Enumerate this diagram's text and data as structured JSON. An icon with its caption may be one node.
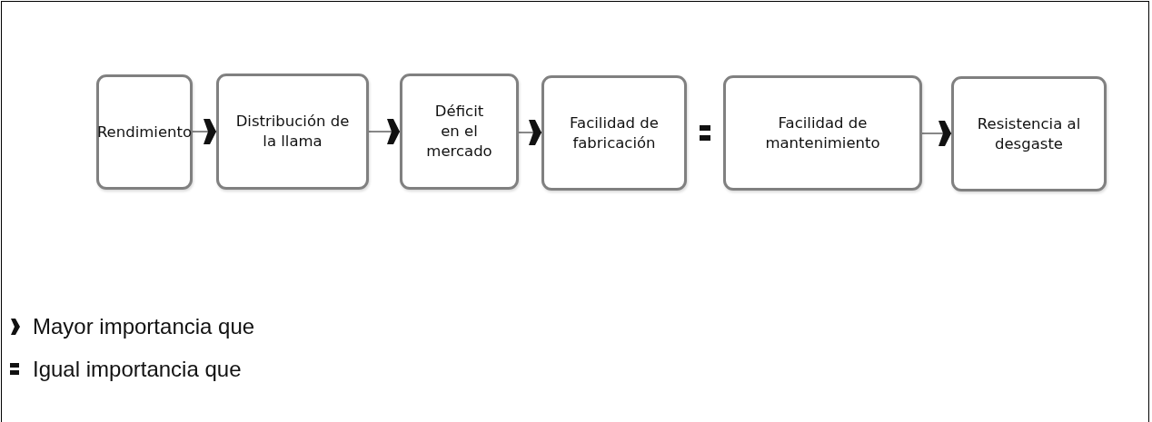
{
  "diagram": {
    "nodes": [
      {
        "text": [
          "Rendimiento"
        ]
      },
      {
        "text": [
          "Distribución de la llama"
        ]
      },
      {
        "text": [
          "Déficit en el mercado"
        ]
      },
      {
        "text": [
          "Facilidad de fabricación"
        ]
      },
      {
        "text": [
          "Facilidad de mantenimiento"
        ]
      },
      {
        "text": [
          "Resistencia al desgaste"
        ]
      }
    ],
    "edges": [
      {
        "from": 0,
        "to": 1,
        "arrow": "to"
      },
      {
        "from": 1,
        "to": 2,
        "arrow": "to"
      },
      {
        "from": 2,
        "to": 3,
        "arrow": "to"
      },
      {
        "from": 3,
        "to": 4,
        "arrow": "none"
      },
      {
        "from": 4,
        "to": 5,
        "arrow": "to"
      }
    ],
    "legend": [
      {
        "text": "Mayor importancia que"
      },
      {
        "text": "Igual importancia que"
      }
    ]
  }
}
